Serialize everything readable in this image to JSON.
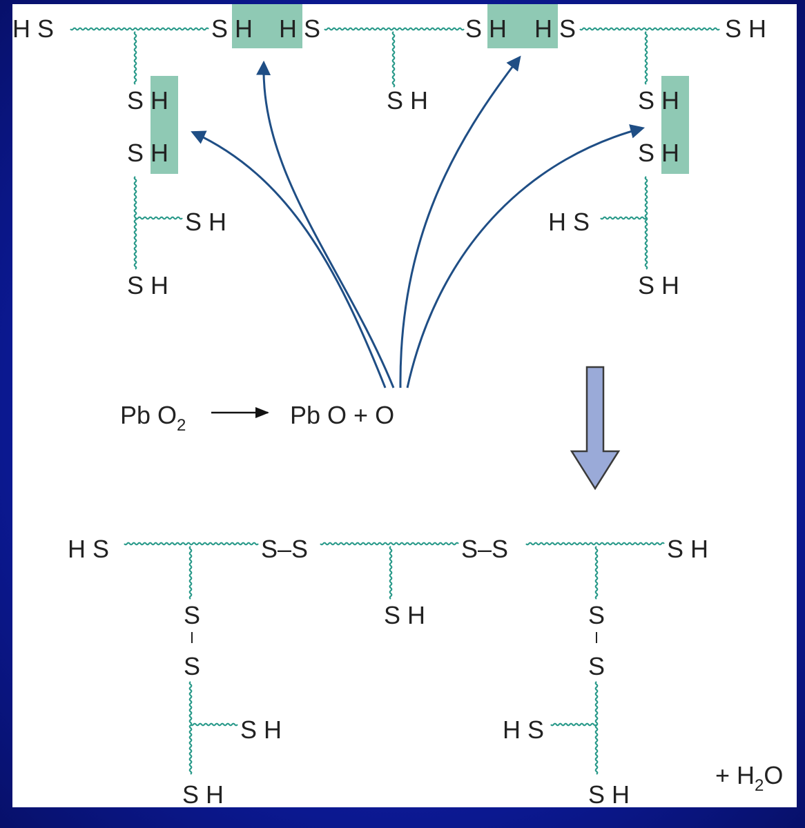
{
  "diagram": {
    "top": {
      "hs_left": "H S",
      "sh_a": "S H",
      "hs_a": "H S",
      "sh_b": "S H",
      "hs_b": "H S",
      "sh_right": "S H",
      "mid_sh": "S H",
      "left_sh1": "S H",
      "left_sh2": "S H",
      "left_branch_sh": "S H",
      "left_bottom_sh": "S H",
      "right_sh1": "S H",
      "right_sh2": "S H",
      "right_branch_hs": "H S",
      "right_bottom_sh": "S H"
    },
    "reaction": {
      "reactant_main": "Pb O",
      "reactant_sub": "2",
      "product": "Pb O + O"
    },
    "bottom": {
      "hs_left": "H S",
      "ss_a": "S–S",
      "ss_b": "S–S",
      "sh_right": "S H",
      "mid_sh": "S H",
      "left_s1": "S",
      "left_s2": "S",
      "left_branch_sh": "S H",
      "left_bottom_sh": "S H",
      "right_s1": "S",
      "right_s2": "S",
      "right_branch_hs": "H S",
      "right_bottom_sh": "S H",
      "water_prefix": "+ H",
      "water_sub": "2",
      "water_suffix": "O"
    },
    "colors": {
      "chain": "#2a9a8a",
      "highlight": "#8fc9b4",
      "arrow": "#1f4e85",
      "big_arrow_fill": "#9aaad8",
      "background": "#0b1890"
    }
  }
}
